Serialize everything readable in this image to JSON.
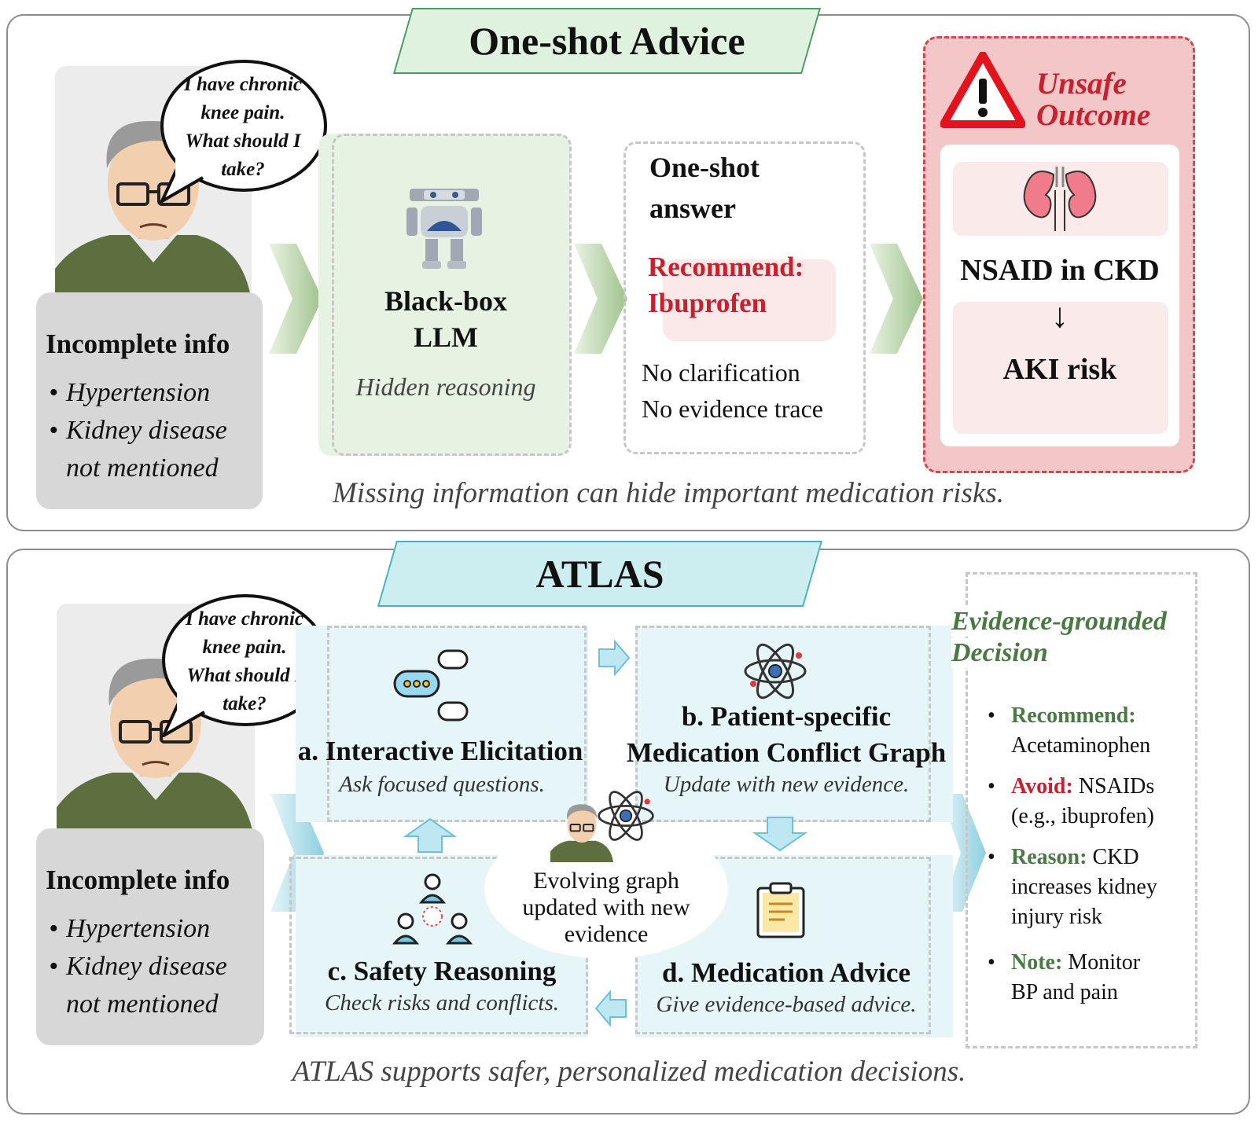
{
  "top": {
    "banner_title": "One-shot Advice",
    "speech": "I have chronic knee pain. What should I take?",
    "info_title": "Incomplete info",
    "info_items": [
      "Hypertension",
      "Kidney disease not mentioned"
    ],
    "llm_title_1": "Black-box",
    "llm_title_2": "LLM",
    "llm_sub": "Hidden reasoning",
    "answer_title_1": "One-shot",
    "answer_title_2": "answer",
    "recommend_label": "Recommend:",
    "recommend_drug": "Ibuprofen",
    "no_clarification": "No clarification",
    "no_evidence": "No evidence trace",
    "unsafe_1": "Unsafe",
    "unsafe_2": "Outcome",
    "nsaid": "NSAID in CKD",
    "arrow": "↓",
    "aki": "AKI risk",
    "caption": "Missing information can hide important medication risks."
  },
  "bottom": {
    "banner_title": "ATLAS",
    "speech": "I have chronic knee pain. What should I take?",
    "info_title": "Incomplete info",
    "info_items": [
      "Hypertension",
      "Kidney disease not mentioned"
    ],
    "step_a_title": "a. Interactive Elicitation",
    "step_a_sub": "Ask focused questions.",
    "step_b_title_1": "b. Patient-specific",
    "step_b_title_2": "Medication Conflict Graph",
    "step_b_sub": "Update with new evidence.",
    "step_c_title": "c. Safety Reasoning",
    "step_c_sub": "Check risks and conflicts.",
    "step_d_title": "d. Medication Advice",
    "step_d_sub": "Give evidence-based advice.",
    "center_1": "Evolving graph",
    "center_2": "updated with new",
    "center_3": "evidence",
    "decision_1": "Evidence-grounded",
    "decision_2": "Decision",
    "recommend_label": "Recommend:",
    "recommend_value": "Acetaminophen",
    "avoid_label": "Avoid:",
    "avoid_value_1": "NSAIDs",
    "avoid_value_2": "(e.g., ibuprofen)",
    "reason_label": "Reason:",
    "reason_value_1": "CKD",
    "reason_value_2": "increases kidney",
    "reason_value_3": "injury risk",
    "note_label": "Note:",
    "note_value_1": "Monitor",
    "note_value_2": "BP and pain",
    "caption": "ATLAS supports safer, personalized medication decisions."
  },
  "colors": {
    "green_banner": "#dff1df",
    "teal_banner": "#cdeef0",
    "danger_red": "#c8202c",
    "unsafe_bg": "#f3c6c8",
    "green_text": "#4a7a43",
    "step_bg": "#e6f6f8",
    "llm_bg": "#e7f3e2"
  },
  "icons": [
    "robot-icon",
    "warning-triangle-icon",
    "kidney-icon",
    "chat-bubbles-icon",
    "atom-icon",
    "people-network-icon",
    "clipboard-icon",
    "patient-avatar"
  ]
}
